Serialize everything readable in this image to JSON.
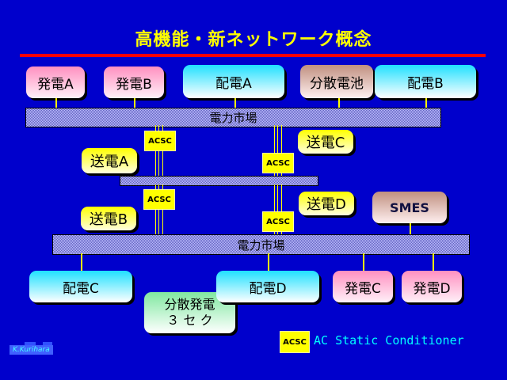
{
  "title": "高機能・新ネットワーク概念",
  "colors": {
    "background": "#0000cc",
    "title": "#ffff00",
    "divider": "#ff0000",
    "connector": "#ffff00",
    "legend_text": "#00ffff"
  },
  "top_nodes": [
    {
      "label": "発電A",
      "type": "generation"
    },
    {
      "label": "発電B",
      "type": "generation"
    },
    {
      "label": "配電A",
      "type": "distribution"
    },
    {
      "label": "分散電池",
      "type": "storage"
    },
    {
      "label": "配電B",
      "type": "distribution"
    }
  ],
  "market_top": {
    "label": "電力市場"
  },
  "market_bottom": {
    "label": "電力市場"
  },
  "transmission": [
    {
      "label": "送電A"
    },
    {
      "label": "送電B"
    },
    {
      "label": "送電C"
    },
    {
      "label": "送電D"
    }
  ],
  "acsc_label": "ACSC",
  "smes": {
    "label": "SMES"
  },
  "bottom_nodes": [
    {
      "label": "配電C",
      "type": "distribution"
    },
    {
      "label": "配電D",
      "type": "distribution"
    },
    {
      "label": "発電C",
      "type": "generation"
    },
    {
      "label": "発電D",
      "type": "generation"
    }
  ],
  "distributed_generation": {
    "line1": "分散発電",
    "line2": "３ セ ク"
  },
  "legend": {
    "key": "ACSC",
    "description": "AC Static Conditioner"
  },
  "logo": "K.Kurihara"
}
